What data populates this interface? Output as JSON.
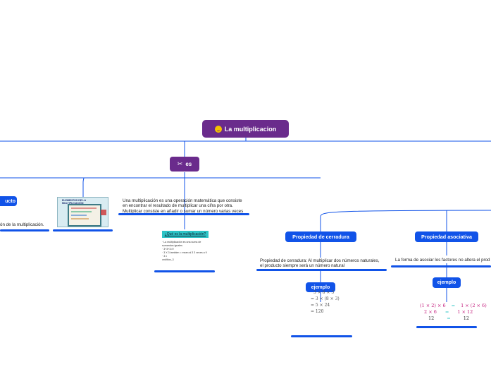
{
  "root": {
    "label": "La multiplicacion",
    "icon": "smiley-icon"
  },
  "es_node": {
    "label": "es",
    "icon": "tools-icon"
  },
  "left_node": {
    "label": "ucto"
  },
  "left_text": "ón de la multiplicación.",
  "thumbnail": {
    "title": "ELEMENTOS DE LA MULTIPLICACIÓN"
  },
  "definition": [
    " Una multiplicación es una operación matemática que consiste",
    "en encontrar el resultado de multiplicar una cifra por otra.",
    "Multiplicar consiste en añadir o sumar un número varias veces"
  ],
  "mini_card": {
    "title": "¿Qué es la multiplicación?",
    "lines": [
      "· La multiplicación es una suma de",
      "  sumandos iguales",
      "· 3+3+3=9",
      "· 3 X 3 tambien  = mean al 3 3 veces a 9",
      "· 3 x",
      "  ondition_3"
    ]
  },
  "cerradura": {
    "label": "Propiedad de cerradura",
    "text": [
      "Propiedad de cerradura: Al multiplicar dos números naturales,",
      "el producto siempre será un número natural"
    ],
    "example_label": "ejemplo",
    "math": [
      "3 × 8 × 3",
      "= 3 × (8 × 3)",
      "= 5 × 24",
      "= 120"
    ]
  },
  "asociativa": {
    "label": "Propiedad asociativa",
    "text": "La forma de asociar los factores no altera el prod",
    "example_label": "ejemplo",
    "math": {
      "row1_left": "(1 × 2) × 6",
      "row1_eq": "=",
      "row1_right": "1 × (2 × 6)",
      "row2_left": "2 × 6",
      "row2_eq": "=",
      "row2_right": "1 × 12",
      "row3_left": "12",
      "row3_eq": "=",
      "row3_right": "12"
    }
  },
  "colors": {
    "purple": "#6a2b8c",
    "blue": "#1153e8",
    "teal": "#2ec4c6"
  }
}
